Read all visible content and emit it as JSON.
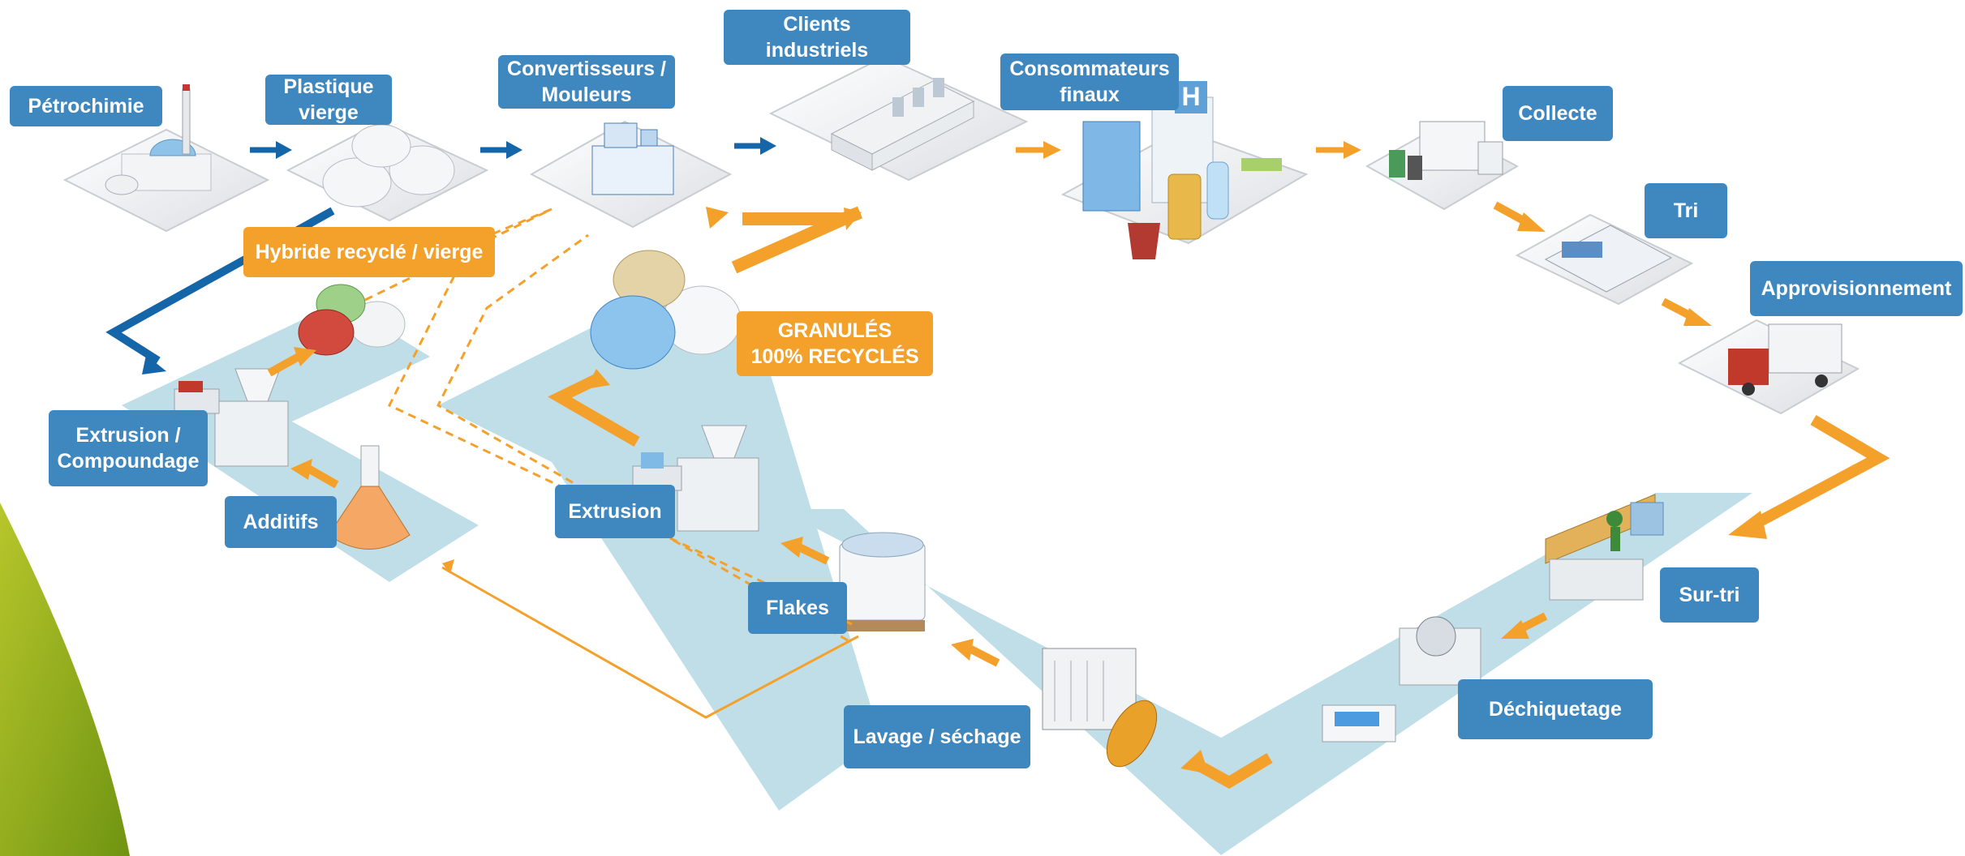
{
  "colors": {
    "blue_box": "#3f87bf",
    "orange_box": "#f4a12c",
    "blue_arrow": "#1565a9",
    "orange_arrow": "#f4a12c",
    "water_path": "#c0dee8",
    "green_corner": "#8aab17"
  },
  "icons": [
    "petrochemical-plant-icon",
    "virgin-plastic-pile-icon",
    "converter-machine-icon",
    "industrial-factory-icon",
    "city-consumers-icon",
    "collection-truck-icon",
    "sorting-center-icon",
    "supply-truck-icon",
    "conveyor-sorting-icon",
    "shredder-icon",
    "washer-dryer-icon",
    "big-bag-flakes-icon",
    "extruder-icon",
    "recycled-granules-icon",
    "additive-flask-icon",
    "compounding-extruder-icon",
    "hybrid-granules-icon"
  ],
  "labels": {
    "petrochimie": "Pétrochimie",
    "plastique_vierge": "Plastique\nvierge",
    "convertisseurs": "Convertisseurs /\nMouleurs",
    "clients": "Clients\nindustriels",
    "consommateurs": "Consommateurs\nfinaux",
    "collecte": "Collecte",
    "tri": "Tri",
    "approvisionnement": "Approvisionnement",
    "sur_tri": "Sur-tri",
    "dechiquetage": "Déchiquetage",
    "lavage": "Lavage / séchage",
    "flakes": "Flakes",
    "extrusion": "Extrusion",
    "granules": "GRANULÉS\n100% RECYCLÉS",
    "hybride": "Hybride recyclé / vierge",
    "extrusion_compoundage": "Extrusion /\nCompoundage",
    "additifs": "Additifs"
  }
}
